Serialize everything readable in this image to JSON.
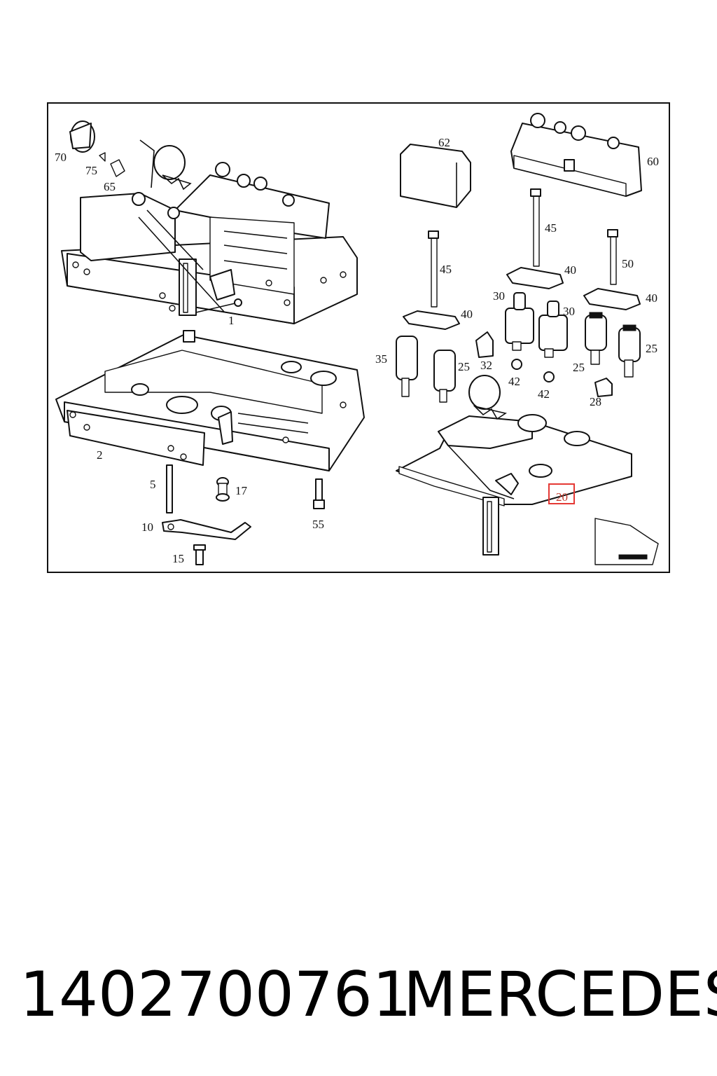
{
  "diagram": {
    "callouts": {
      "c70": "70",
      "c75": "75",
      "c65": "65",
      "c1": "1",
      "c2": "2",
      "c5": "5",
      "c17": "17",
      "c10": "10",
      "c15": "15",
      "c55": "55",
      "c62": "62",
      "c60": "60",
      "c45a": "45",
      "c45b": "45",
      "c50": "50",
      "c40a": "40",
      "c40b": "40",
      "c40c": "40",
      "c30a": "30",
      "c30b": "30",
      "c35": "35",
      "c25a": "25",
      "c25b": "25",
      "c25c": "25",
      "c32": "32",
      "c42a": "42",
      "c42b": "42",
      "c28": "28",
      "c20": "20"
    },
    "highlight_color": "#e53935"
  },
  "footer": {
    "part_number": "1402700761",
    "brand": "MERCEDES"
  }
}
